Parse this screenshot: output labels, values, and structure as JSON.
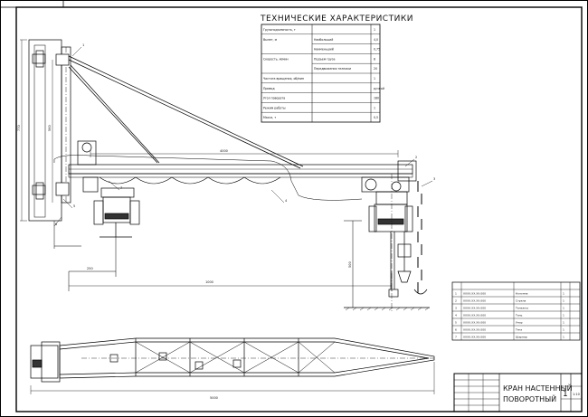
{
  "specs": {
    "title": "ТЕХНИЧЕСКИЕ ХАРАКТЕРИСТИКИ",
    "rows": [
      {
        "label": "Грузоподъемность, т",
        "sub": "",
        "value": "1"
      },
      {
        "label": "Вылет, м",
        "sub": "Наибольший",
        "value": "4,0"
      },
      {
        "label": "",
        "sub": "Наименьший",
        "value": "0,75"
      },
      {
        "label": "Скорость, м/мин",
        "sub": "Подъем груза",
        "value": "8"
      },
      {
        "label": "",
        "sub": "Передвижения тележки",
        "value": "20"
      },
      {
        "label": "Частота вращения, об/мин",
        "sub": "",
        "value": "1"
      },
      {
        "label": "Привод",
        "sub": "",
        "value": "ручной"
      },
      {
        "label": "Угол поворота",
        "sub": "",
        "value": "180"
      },
      {
        "label": "Режим работы",
        "sub": "",
        "value": "1"
      },
      {
        "label": "Масса, т",
        "sub": "",
        "value": "0,5"
      }
    ]
  },
  "parts": {
    "rows": [
      {
        "n": "1",
        "code": "ХХХХ.ХХ.ХХ.000",
        "name": "Колонна",
        "qty": "1"
      },
      {
        "n": "2",
        "code": "ХХХХ.ХХ.ХХ.000",
        "name": "Стрела",
        "qty": "1"
      },
      {
        "n": "3",
        "code": "ХХХХ.ХХ.ХХ.000",
        "name": "Тележка",
        "qty": "1"
      },
      {
        "n": "4",
        "code": "ХХХХ.ХХ.ХХ.000",
        "name": "Таль",
        "qty": "1"
      },
      {
        "n": "5",
        "code": "ХХХХ.ХХ.ХХ.000",
        "name": "Упор",
        "qty": "1"
      },
      {
        "n": "6",
        "code": "ХХХХ.ХХ.ХХ.000",
        "name": "Тяга",
        "qty": "1"
      },
      {
        "n": "7",
        "code": "ХХХХ.ХХ.ХХ.000",
        "name": "Шарнир",
        "qty": "1"
      }
    ]
  },
  "dims": {
    "height_col": "770",
    "height_inner": "560",
    "boom": "4000",
    "span": "1000",
    "bottom_left": "250",
    "plan_len": "5000",
    "elev": "500"
  },
  "callouts": [
    "1",
    "2",
    "3",
    "4",
    "5",
    "6",
    "7"
  ],
  "titleblock": {
    "name_line1": "КРАН НАСТЕННЫЙ",
    "name_line2": "ПОВОРОТНЫЙ",
    "sheet": "1",
    "scale": "1:10"
  }
}
